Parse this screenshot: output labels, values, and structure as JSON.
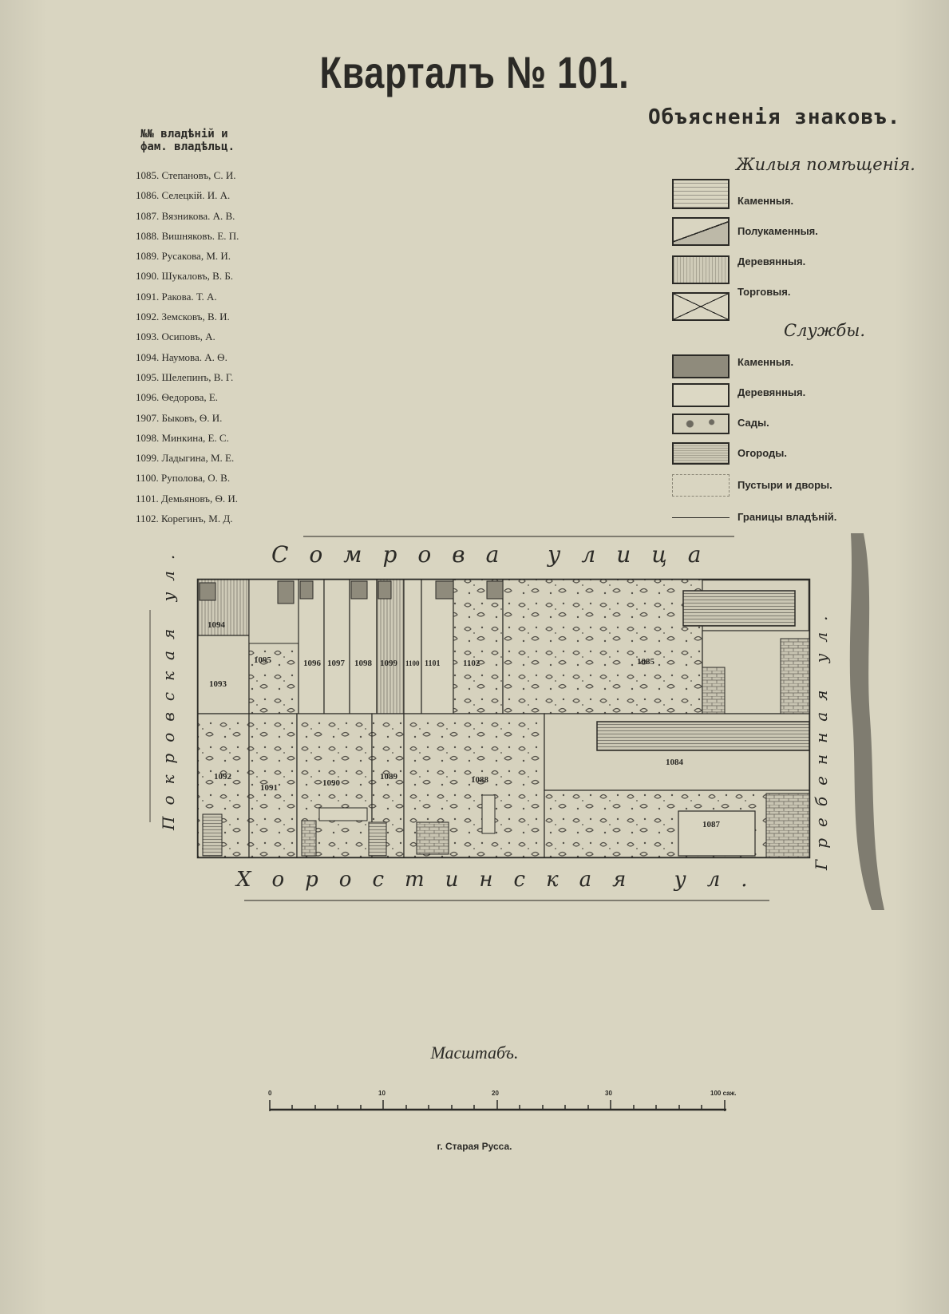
{
  "title": "Кварталъ № 101.",
  "legend": {
    "title": "Объясненія знаковъ.",
    "residential_heading": "Жилыя помѣщенія.",
    "residential": [
      {
        "label": "Каменныя."
      },
      {
        "label": "Полукаменныя."
      },
      {
        "label": "Деревянныя."
      },
      {
        "label": "Торговыя."
      }
    ],
    "services_heading": "Службы.",
    "services": [
      {
        "label": "Каменныя."
      },
      {
        "label": "Деревянныя."
      },
      {
        "label": "Сады."
      },
      {
        "label": "Огороды."
      },
      {
        "label": "Пустыри и дворы."
      },
      {
        "label": "Границы владѣній."
      }
    ]
  },
  "owners": {
    "header_line1": "№№ владѣній и",
    "header_line2": "фам. владѣльц.",
    "items": [
      "1085. Степановъ, С. И.",
      "1086. Селецкій. И. А.",
      "1087. Вязникова. А. В.",
      "1088. Вишняковъ. Е. П.",
      "1089. Русакова, М. И.",
      "1090. Шукаловъ, В. Б.",
      "1091. Ракова. Т. А.",
      "1092. Земсковъ, В. И.",
      "1093. Осиповъ, А.",
      "1094. Наумова. А. Ѳ.",
      "1095. Шелепинъ, В. Г.",
      "1096. Ѳедорова, Е.",
      "1907. Быковъ, Ѳ. И.",
      "1098. Минкина, Е. С.",
      "1099. Ладыгина, М. Е.",
      "1100. Руполова, О. В.",
      "1101. Демьяновъ, Ѳ. И.",
      "1102. Корегинъ, М. Д."
    ]
  },
  "map": {
    "streets": {
      "top": "Сомрова улица",
      "bottom": "Хоростинская ул.",
      "left": "Покровская ул.",
      "right": "Гребенная ул."
    },
    "parcel_labels": [
      "1095",
      "1096",
      "1097",
      "1098",
      "1099",
      "1100",
      "1101",
      "1102",
      "1094",
      "1093",
      "1085",
      "1092",
      "1091",
      "1090",
      "1089",
      "1088",
      "1084",
      "1087"
    ]
  },
  "scale": {
    "title": "Масштабъ.",
    "ticks": [
      "0",
      "10",
      "20",
      "30",
      "100 саж."
    ]
  },
  "footer": "г. Старая Русса."
}
